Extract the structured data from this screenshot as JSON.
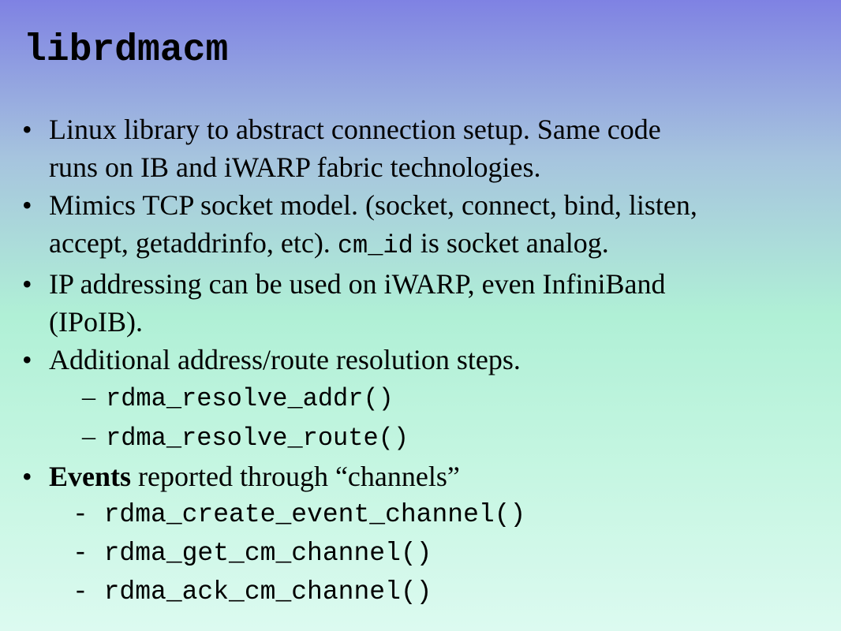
{
  "slide": {
    "title": "librdmacm",
    "bullet_glyph": "•",
    "bullets": [
      {
        "line1": "Linux library to abstract connection setup. Same code",
        "line2": "runs on IB and iWARP fabric technologies."
      },
      {
        "line1": "Mimics TCP socket model. (socket, connect, bind, listen,",
        "line2_pre": "accept, getaddrinfo, etc). ",
        "line2_code": "cm_id",
        "line2_post": " is socket analog."
      },
      {
        "line1": "IP addressing can be used on iWARP, even InfiniBand",
        "line2": "(IPoIB)."
      },
      {
        "line1": "Additional address/route resolution steps.",
        "subs": [
          "rdma_resolve_addr()",
          "rdma_resolve_route()"
        ],
        "sub_dash": "–"
      },
      {
        "bold": "Events",
        "rest": " reported through “channels”",
        "subs": [
          "- rdma_create_event_channel()",
          "- rdma_get_cm_channel()",
          "- rdma_ack_cm_channel()"
        ]
      }
    ]
  }
}
